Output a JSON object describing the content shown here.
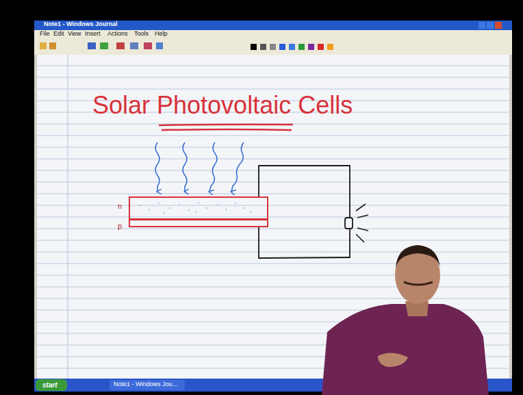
{
  "diagram": {
    "title": "Solar Photovoltaic Cells",
    "nodes": [
      {
        "text": [
          "n"
        ]
      },
      {
        "text": [
          "p"
        ]
      }
    ],
    "labels": [
      "Note1 - Windows Journal",
      "File",
      "Edit",
      "View",
      "Insert",
      "Actions",
      "Tools",
      "Help",
      "start",
      "Note1 - Windows Jou..."
    ]
  }
}
